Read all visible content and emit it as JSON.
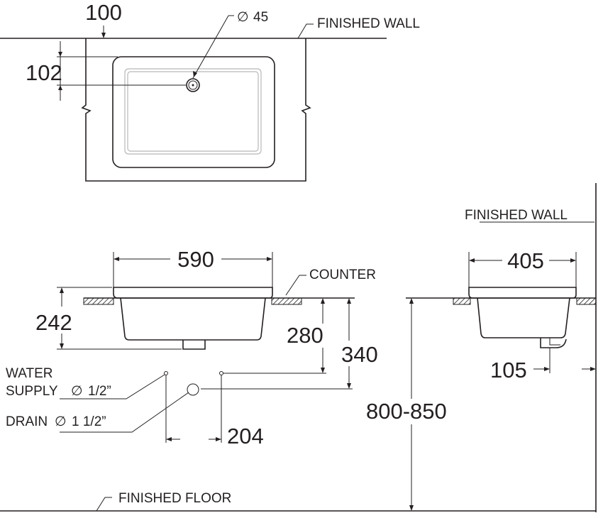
{
  "labels": {
    "finished_wall_top": "FINISHED WALL",
    "finished_wall_side": "FINISHED WALL",
    "counter": "COUNTER",
    "water_supply_line1": "WATER",
    "water_supply_line2": "SUPPLY",
    "water_supply_size": "1/2”",
    "drain": "DRAIN",
    "drain_size": "1 1/2”",
    "finished_floor": "FINISHED FLOOR",
    "diameter_symbol": "∅"
  },
  "dimensions": {
    "top_setback": "100",
    "drain_diameter": "45",
    "drain_offset": "102",
    "width": "590",
    "depth": "405",
    "height": "242",
    "supply_height": "280",
    "drain_height": "340",
    "supply_spacing": "204",
    "rear_offset": "105",
    "counter_height": "800-850"
  },
  "colors": {
    "line": "#231f20",
    "inner_outline": "#b8b8b8",
    "background": "#ffffff"
  }
}
